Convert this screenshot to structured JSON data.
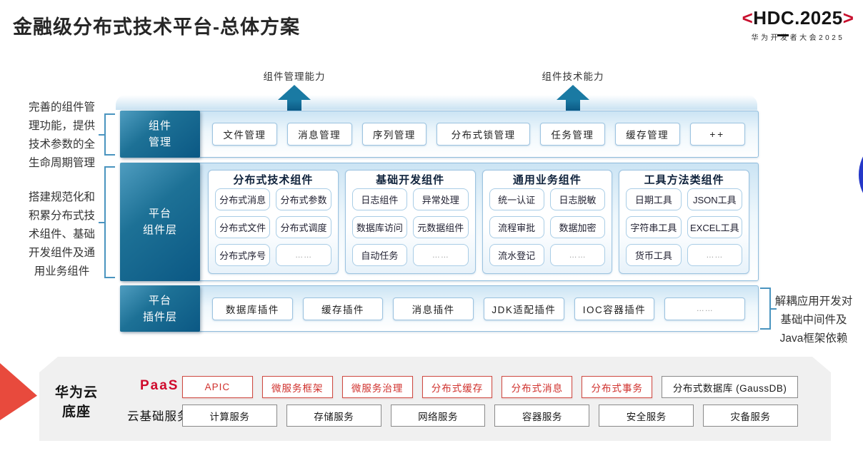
{
  "title": "金融级分布式技术平台-总体方案",
  "logo": {
    "bracket_left": "<",
    "main": "HDC.2025",
    "bracket_right": ">",
    "subtitle": "华为开发者大会2025"
  },
  "capability_arrows": [
    {
      "label": "组件管理能力"
    },
    {
      "label": "组件技术能力"
    }
  ],
  "side_notes": {
    "left_top": "完善的组件管\n理功能，提供\n技术参数的全\n生命周期管理",
    "left_bottom": "搭建规范化和\n积累分布式技\n术组件、基础\n开发组件及通\n用业务组件",
    "right": "解耦应用开发对\n基础中间件及\nJava框架依赖"
  },
  "layers": {
    "component_mgmt": {
      "label": "组件\n管理",
      "items": [
        "文件管理",
        "消息管理",
        "序列管理",
        "分布式锁管理",
        "任务管理",
        "缓存管理",
        "++"
      ]
    },
    "platform_components": {
      "label": "平台\n组件层",
      "groups": [
        {
          "title": "分布式技术组件",
          "items": [
            "分布式消息",
            "分布式参数",
            "分布式文件",
            "分布式调度",
            "分布式序号",
            "……"
          ]
        },
        {
          "title": "基础开发组件",
          "items": [
            "日志组件",
            "异常处理",
            "数据库访问",
            "元数据组件",
            "自动任务",
            "……"
          ]
        },
        {
          "title": "通用业务组件",
          "items": [
            "统一认证",
            "日志脱敏",
            "流程审批",
            "数据加密",
            "流水登记",
            "……"
          ]
        },
        {
          "title": "工具方法类组件",
          "items": [
            "日期工具",
            "JSON工具",
            "字符串工具",
            "EXCEL工具",
            "货币工具",
            "……"
          ]
        }
      ]
    },
    "platform_plugins": {
      "label": "平台\n插件层",
      "items": [
        "数据库插件",
        "缓存插件",
        "消息插件",
        "JDK适配插件",
        "IOC容器插件",
        "……"
      ]
    }
  },
  "foundation": {
    "label": "华为云\n底座",
    "paas": {
      "label": "PaaS",
      "highlight_items": [
        "APIC",
        "微服务框架",
        "微服务治理",
        "分布式缓存",
        "分布式消息",
        "分布式事务"
      ],
      "normal_item": "分布式数据库 (GaussDB)"
    },
    "cloud": {
      "label": "云基础服务",
      "items": [
        "计算服务",
        "存储服务",
        "网络服务",
        "容器服务",
        "安全服务",
        "灾备服务"
      ]
    }
  },
  "colors": {
    "teal_dark": "#0b5884",
    "teal_mid": "#1d7196",
    "teal_light": "#4f9dc0",
    "row_border": "#8fbcdc",
    "chip_border": "#9cc3e0",
    "highlight_red": "#d0312d",
    "logo_red": "#c8102e",
    "decoration_red": "#e84a3d",
    "decoration_blue": "#2538c8",
    "platform_grey": "#f0f0f0"
  }
}
